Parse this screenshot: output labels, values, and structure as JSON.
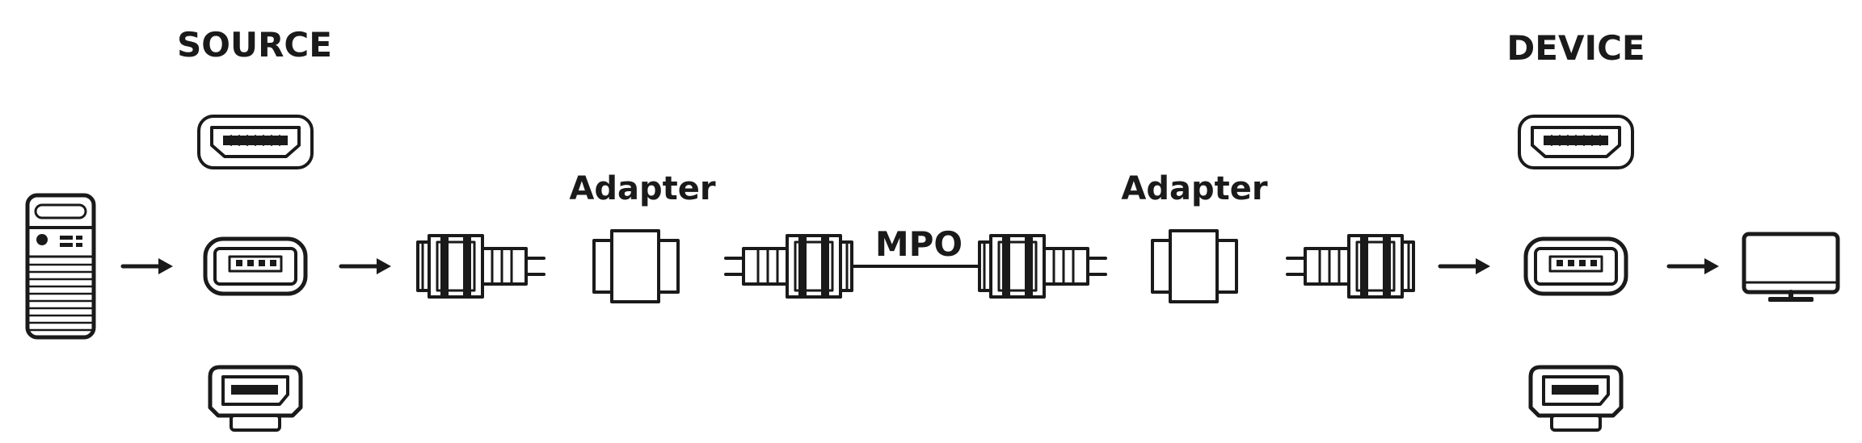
{
  "labels": {
    "source": "SOURCE",
    "device": "DEVICE",
    "adapter_left": "Adapter",
    "adapter_right": "Adapter",
    "mpo": "MPO"
  },
  "colors": {
    "stroke": "#1a1a1a",
    "background": "#ffffff"
  },
  "icons": [
    "pc-tower-icon",
    "hdmi-port-icon",
    "usb-c-port-icon",
    "displayport-icon",
    "mpo-connector-icon",
    "adapter-coupler-icon",
    "fiber-cable-icon",
    "monitor-icon",
    "arrow-right-icon"
  ]
}
